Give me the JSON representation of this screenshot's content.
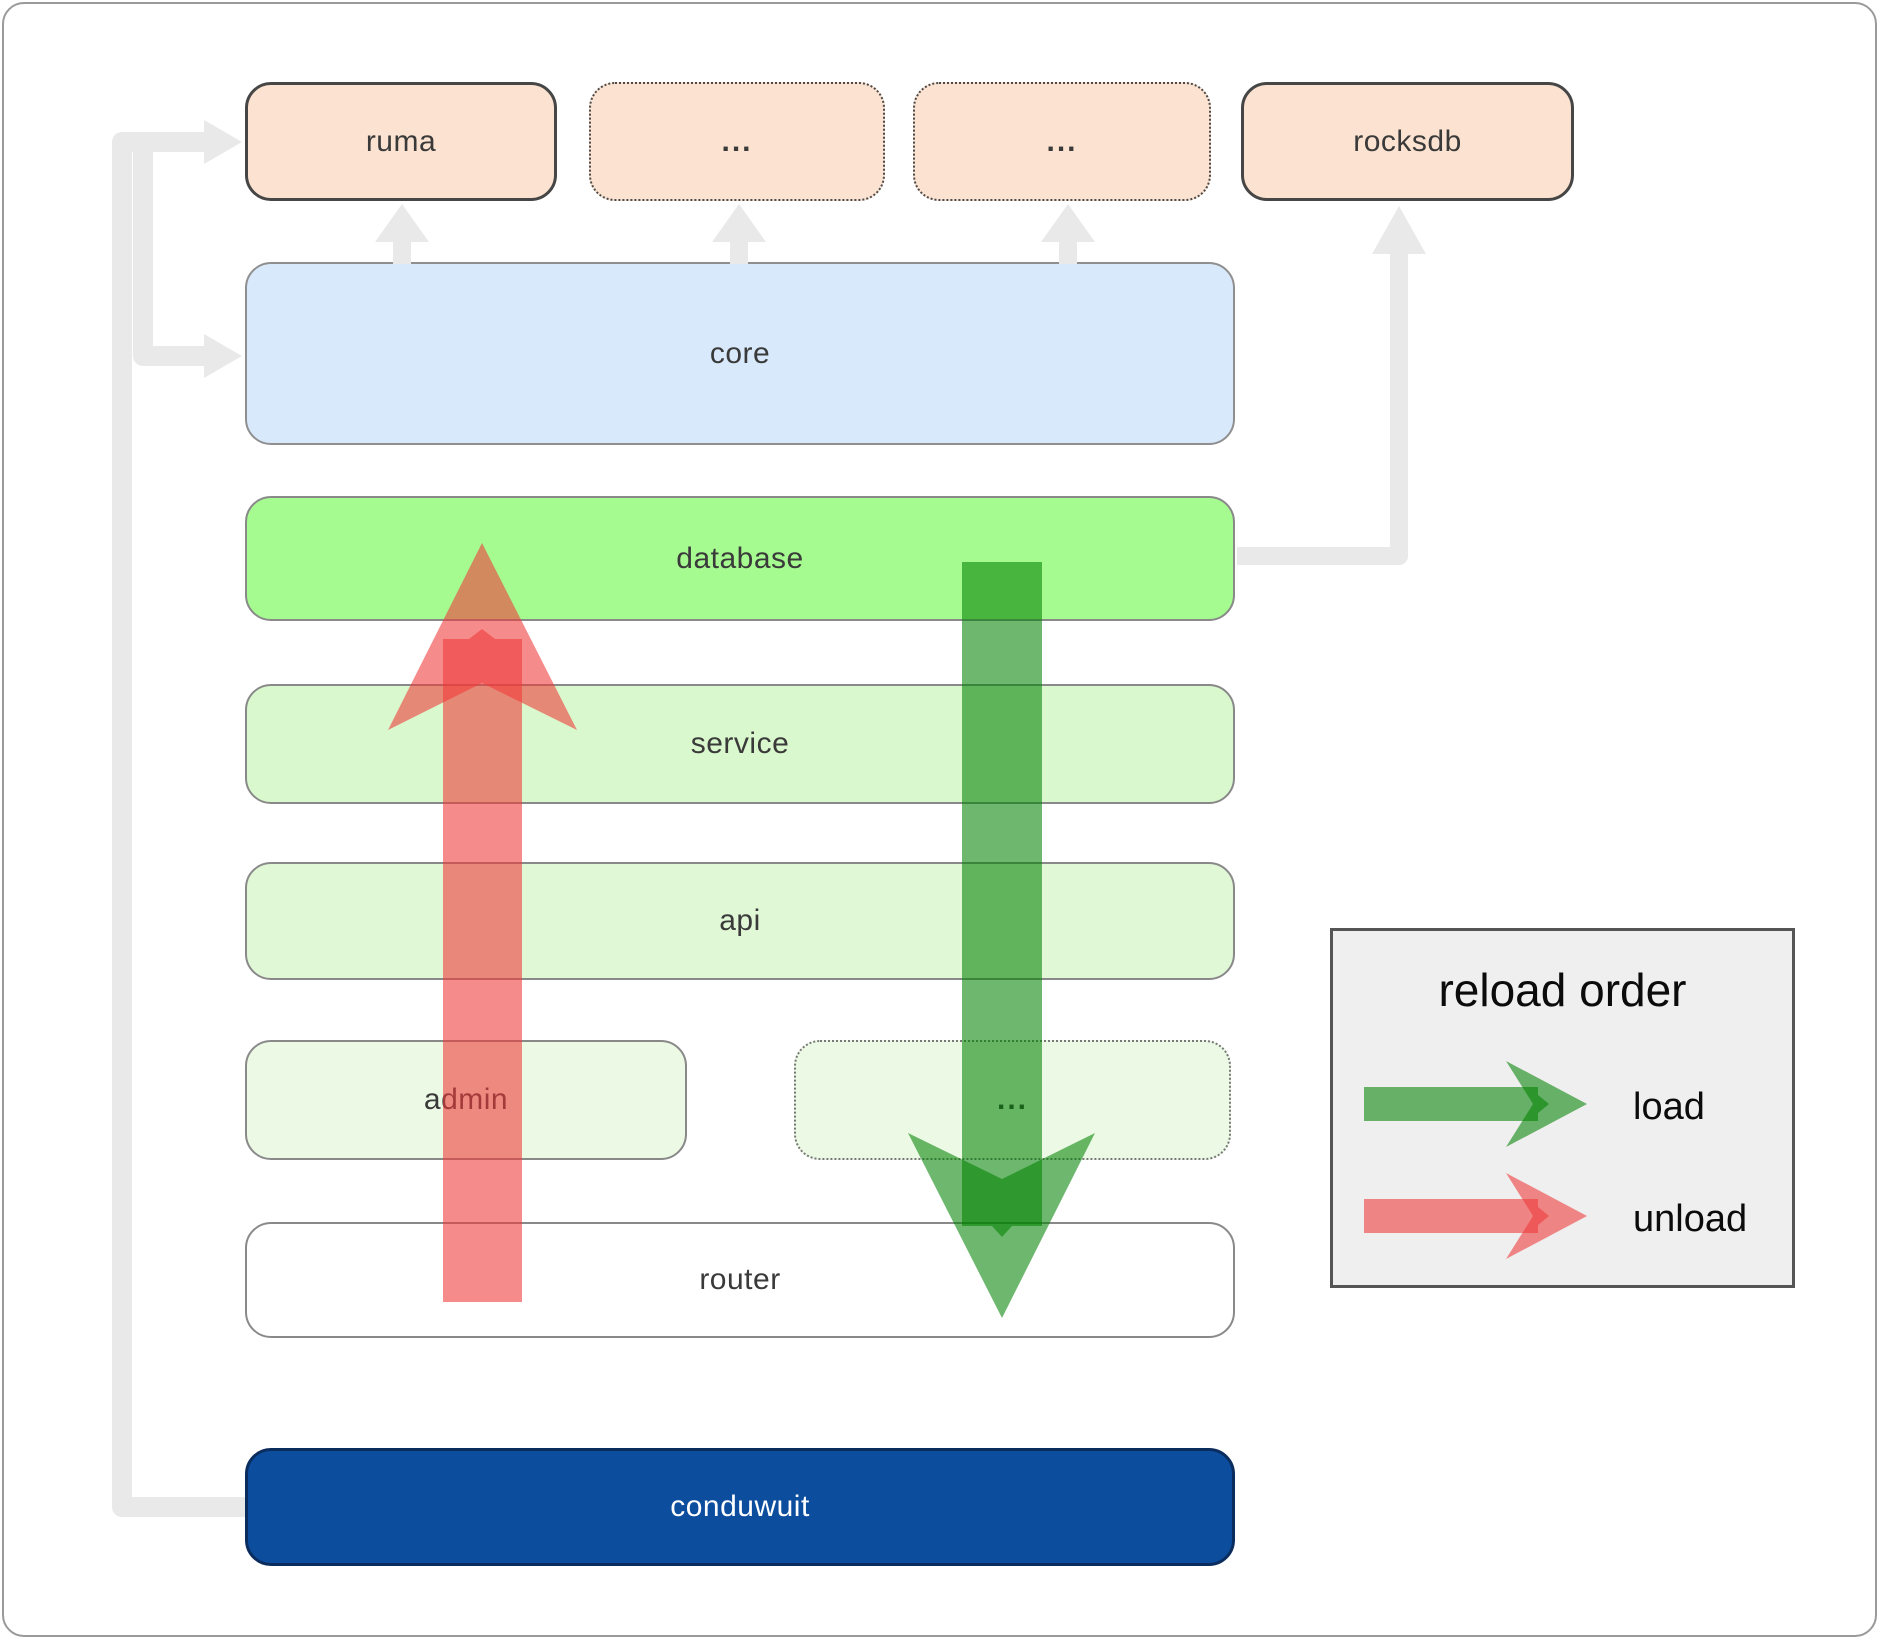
{
  "diagram": {
    "nodes": {
      "ruma": {
        "label": "ruma"
      },
      "dep1": {
        "label": "..."
      },
      "dep2": {
        "label": "..."
      },
      "rocksdb": {
        "label": "rocksdb"
      },
      "core": {
        "label": "core"
      },
      "database": {
        "label": "database"
      },
      "service": {
        "label": "service"
      },
      "api": {
        "label": "api"
      },
      "admin": {
        "label": "admin"
      },
      "modules": {
        "label": "..."
      },
      "router": {
        "label": "router"
      },
      "conduwuit": {
        "label": "conduwuit"
      }
    },
    "legend": {
      "title": "reload order",
      "items": [
        {
          "id": "load",
          "label": "load",
          "color": "#008000"
        },
        {
          "id": "unload",
          "label": "unload",
          "color": "#f03939"
        }
      ]
    },
    "colors": {
      "load_arrow": "#008000",
      "unload_arrow": "#f03939",
      "connector": "#e9e9e9",
      "node_dependency_fill": "#fce3d1",
      "node_core_fill": "#d7e9fb",
      "node_database_fill": "#a6fb90",
      "node_service_fill": "#d9f8cd",
      "node_api_fill": "#e0f8d6",
      "node_admin_fill": "#ecfae5",
      "node_router_fill": "#ffffff",
      "node_conduwuit_fill": "#0d4d9e",
      "legend_bg": "#efefef"
    }
  }
}
